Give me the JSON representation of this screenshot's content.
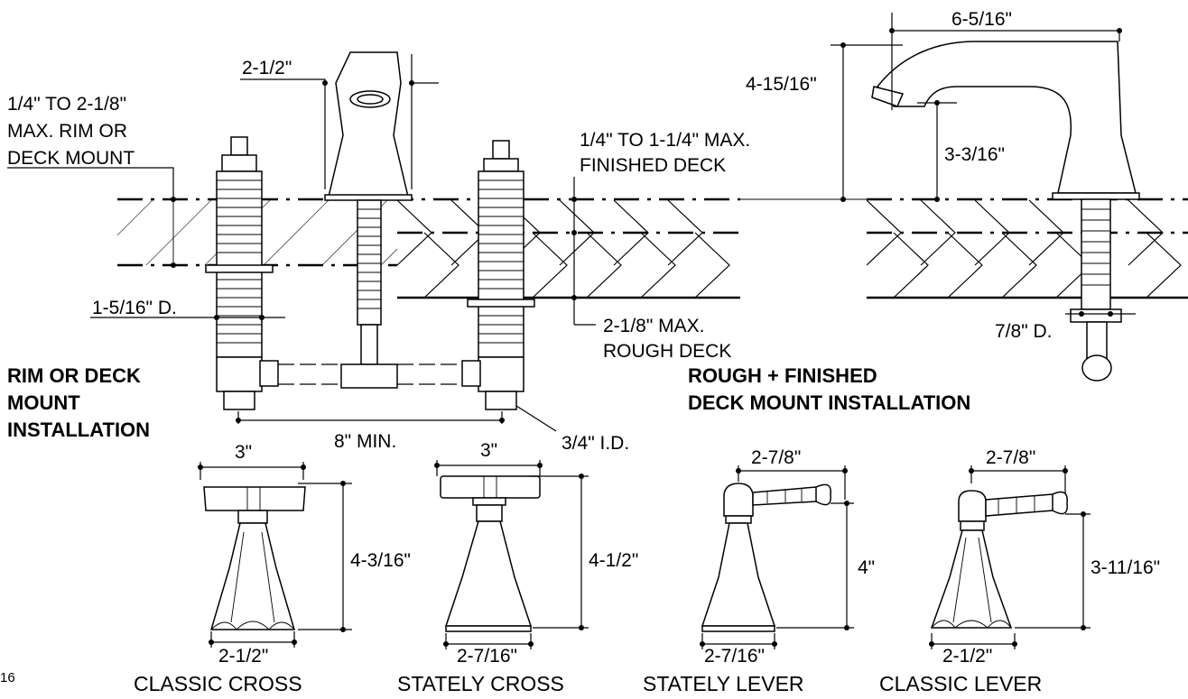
{
  "labels": {
    "spout_width": "2-1/2\"",
    "rim_range_1": "1/4\" TO 2-1/8\"",
    "rim_range_2": "MAX. RIM OR",
    "rim_range_3": "DECK MOUNT",
    "finished_deck_1": "1/4\" TO 1-1/4\" MAX.",
    "finished_deck_2": "FINISHED DECK",
    "hole_diameter": "1-5/16\" D.",
    "rough_deck_1": "2-1/8\" MAX.",
    "rough_deck_2": "ROUGH DECK",
    "min_spacing": "8\" MIN.",
    "inlet": "3/4\" I.D.",
    "spout_reach": "6-5/16\"",
    "spout_height": "4-15/16\"",
    "spout_clearance": "3-3/16\"",
    "spout_hole": "7/8\" D."
  },
  "titles": {
    "rim_1": "RIM OR DECK",
    "rim_2": "MOUNT",
    "rim_3": "INSTALLATION",
    "rough_1": "ROUGH + FINISHED",
    "rough_2": "DECK MOUNT INSTALLATION"
  },
  "page_number": "16",
  "handles": [
    {
      "name": "CLASSIC CROSS",
      "width": "3\"",
      "height": "4-3/16\"",
      "base": "2-1/2\""
    },
    {
      "name": "STATELY CROSS",
      "width": "3\"",
      "height": "4-1/2\"",
      "base": "2-7/16\""
    },
    {
      "name": "STATELY LEVER",
      "width": "2-7/8\"",
      "height": "4\"",
      "base": "2-7/16\""
    },
    {
      "name": "CLASSIC LEVER",
      "width": "2-7/8\"",
      "height": "3-11/16\"",
      "base": "2-1/2\""
    }
  ]
}
